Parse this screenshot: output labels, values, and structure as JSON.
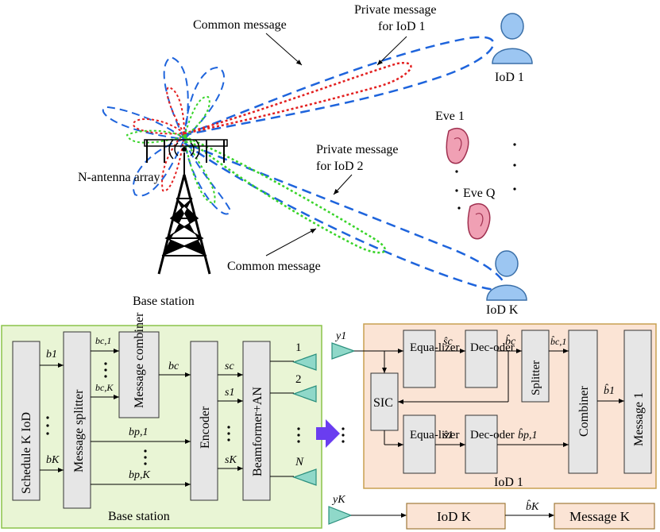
{
  "top": {
    "common_message_top": "Common message",
    "private_msg_iod1_line1": "Private message",
    "private_msg_iod1_line2": "for IoD 1",
    "iod1": "IoD 1",
    "eve1": "Eve 1",
    "eveq": "Eve Q",
    "private_msg_iod2_line1": "Private message",
    "private_msg_iod2_line2": "for IoD 2",
    "n_antenna_array": "N-antenna array",
    "common_message_bottom": "Common message",
    "base_station": "Base station",
    "iodk": "IoD K"
  },
  "tx": {
    "schedule": "Schedule K IoD",
    "splitter": "Message splitter",
    "combiner": "Message combiner",
    "encoder": "Encoder",
    "beamformer": "Beamformer+AN",
    "caption": "Base station",
    "sig_b1": "b1",
    "sig_bK": "bK",
    "sig_bc1": "bc,1",
    "sig_bcK": "bc,K",
    "sig_bc": "bc",
    "sig_bp1": "bp,1",
    "sig_bpK": "bp,K",
    "sig_sc": "sc",
    "sig_s1": "s1",
    "sig_sK": "sK",
    "ant1": "1",
    "ant2": "2",
    "antN": "N"
  },
  "rx": {
    "y1": "y1",
    "equalizer_top": "Equa-lizer",
    "decoder_top": "Dec-oder",
    "splitter": "Splitter",
    "sic": "SIC",
    "equalizer_bot": "Equa-lizer",
    "decoder_bot": "Dec-oder",
    "combiner": "Combiner",
    "message1": "Message 1",
    "caption": "IoD 1",
    "sig_sc_hat": "ŝc",
    "sig_bc_hat": "b̂c",
    "sig_bc1_hat": "b̂c,1",
    "sig_s1_hat": "ŝ1",
    "sig_bp1_hat": "b̂p,1",
    "sig_b1_hat": "b̂1"
  },
  "bottom": {
    "yK": "yK",
    "iodk": "IoD K",
    "bK_hat": "b̂K",
    "messageK": "Message K"
  },
  "colors": {
    "tx_fill": "#e9f5d5",
    "tx_border": "#8bc34a",
    "rx_fill": "#fbe4d5",
    "rx_border": "#c8a050",
    "common_beam": "#1e64dc",
    "private_beam1": "#e32020",
    "private_beam2": "#39d42a",
    "arrow_purple": "#6a3df0"
  }
}
